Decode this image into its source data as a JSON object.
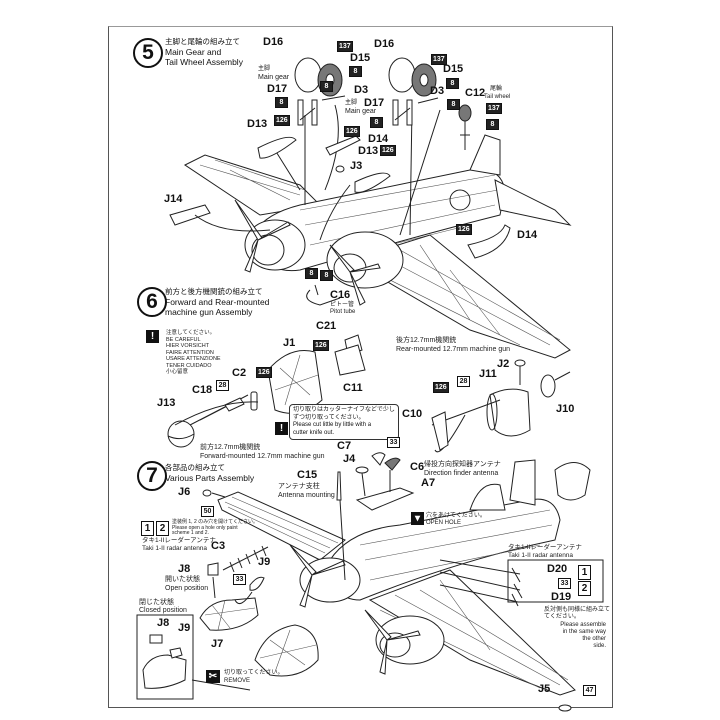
{
  "step5": {
    "number": "5",
    "title_jp": "主脚と尾輪の組み立て",
    "title_en_1": "Main Gear and",
    "title_en_2": "Tail Wheel Assembly",
    "labels": {
      "d16_left": "D16",
      "d15_left": "D15",
      "d17_left": "D17",
      "d3_left": "D3",
      "d13_left": "D13",
      "d14_mid": "D14",
      "j3": "J3",
      "d16_right": "D16",
      "d15_right": "D15",
      "d17_right": "D17",
      "d3_right": "D3",
      "c12": "C12",
      "d13_right": "D13",
      "j14": "J14",
      "d14_right": "D14"
    },
    "main_gear_jp": "主脚",
    "main_gear_en": "Main gear",
    "tail_wheel_jp": "尾輪",
    "tail_wheel_en": "Tail wheel",
    "color_tags": {
      "t137a": "137",
      "t8a": "8",
      "t8b": "8",
      "t8c": "8",
      "t126a": "126",
      "t126b": "126",
      "t137b": "137",
      "t8d": "8",
      "t8e": "8",
      "t8f": "8",
      "t126c": "126",
      "t137c": "137",
      "t8g": "8",
      "t126d": "126",
      "t8h": "8",
      "t8i": "8"
    }
  },
  "step6": {
    "number": "6",
    "title_jp": "前方と後方機関銃の組み立て",
    "title_en_1": "Forward and Rear-mounted",
    "title_en_2": "machine gun Assembly",
    "c16": "C16",
    "pitot_jp": "ピトー管",
    "pitot_en": "Pitot tube",
    "caution": [
      "注意してください。",
      "BE CAREFUL",
      "HIER VORSICHT",
      "FAIRE ATTENTION",
      "USARE ATTENZIONE",
      "TENER CUIDADO",
      "小心留意"
    ],
    "labels": {
      "c21": "C21",
      "j1": "J1",
      "c11": "C11",
      "c2": "C2",
      "c18": "C18",
      "j13": "J13",
      "j2": "J2",
      "j11": "J11",
      "c10": "C10",
      "j10": "J10"
    },
    "tags": {
      "t126a": "126",
      "t126b": "126",
      "t28a": "28",
      "t126c": "126",
      "t28b": "28"
    },
    "cut_note_jp_1": "切り取りはカッターナイフなどで少し",
    "cut_note_jp_2": "ずつ切り取ってください。",
    "cut_note_en_1": "Please cut little by little with a",
    "cut_note_en_2": "cutter knife out.",
    "forward_gun_jp": "前方12.7mm機関銃",
    "forward_gun_en": "Forward-mounted 12.7mm machine gun",
    "rear_gun_jp": "後方12.7mm機関銃",
    "rear_gun_en": "Rear-mounted 12.7mm machine gun"
  },
  "step7": {
    "number": "7",
    "title_jp": "各部品の組み立て",
    "title_en": "Various Parts Assembly",
    "labels": {
      "j6": "J6",
      "c15": "C15",
      "j4": "J4",
      "c7": "C7",
      "c6": "C6",
      "a7": "A7",
      "c3": "C3",
      "j8": "J8",
      "j9": "J9",
      "j7": "J7",
      "j8b": "J8",
      "j9b": "J9",
      "d20": "D20",
      "d19": "D19",
      "j5": "J5"
    },
    "tags": {
      "t50": "50",
      "t33a": "33",
      "t33b": "33",
      "t33c": "33",
      "t47": "47"
    },
    "antenna_mount_jp": "アンテナ支柱",
    "antenna_mount_en": "Antenna mounting",
    "df_antenna_jp": "帰投方向探知器アンテナ",
    "df_antenna_en": "Direction finder antenna",
    "open_hole_jp": "穴をあけてください。",
    "open_hole_en": "OPEN HOLE",
    "variant_num_1": "1",
    "variant_num_2": "2",
    "variant_note_jp": "塗装例 1, 2 のみ穴を開けてください。",
    "variant_note_en_1": "Please open a hole only paint",
    "variant_note_en_2": "scheme 1 and 2.",
    "radar_jp": "タキ1-IIレーダーアンテナ",
    "radar_en": "Taki 1-II radar antenna",
    "radar_jp_r": "タキ1-IIレーダーアンテナ",
    "radar_en_r": "Taki 1-II radar antenna",
    "open_pos_jp": "開いた状態",
    "open_pos_en": "Open position",
    "closed_pos_jp": "閉じた状態",
    "closed_pos_en": "Closed position",
    "remove_jp": "切り取ってください。",
    "remove_en": "REMOVE",
    "same_way_jp_1": "反対側も同様に組み立て",
    "same_way_jp_2": "てください。",
    "same_way_en_1": "Please assemble",
    "same_way_en_2": "in the same way",
    "same_way_en_3": "the other",
    "same_way_en_4": "side."
  }
}
